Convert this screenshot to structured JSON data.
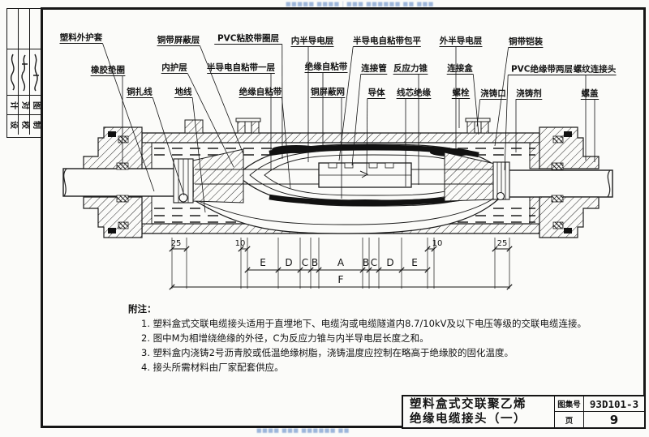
{
  "watermark": {
    "top": "■■■■■ ■■■■ | ■■■ ■■■■■■ ■■ ■■■",
    "bottom": "■■■■ ■■■ ■■■■■■ ■■"
  },
  "sidebar": {
    "row_top": [
      "计",
      "对",
      "图"
    ],
    "row_bottom": [
      "设",
      "校",
      "制"
    ]
  },
  "callouts": [
    "塑料外护套",
    "铜带屏蔽层",
    "PVC粘胶带圈层",
    "内半导电层",
    "半导电自粘带包平",
    "外半导电层",
    "铜带铠装",
    "橡胶垫圈",
    "内护层",
    "半导电自粘带一层",
    "绝缘自粘带",
    "连接管",
    "反应力锥",
    "连接盒",
    "PVC绝缘带两层",
    "螺纹连接头",
    "铜扎线",
    "地线",
    "绝缘自粘带",
    "铜屏蔽网",
    "导体",
    "线芯绝缘",
    "螺栓",
    "浇铸口",
    "浇铸剂",
    "螺盖"
  ],
  "dimensions": {
    "small": [
      "25",
      "10",
      "10",
      "25"
    ],
    "segments": [
      "E",
      "D",
      "C",
      "B",
      "A",
      "B",
      "C",
      "D",
      "E"
    ],
    "overall": "F"
  },
  "notes": {
    "title": "附注：",
    "items": [
      "1. 塑料盒式交联电缆接头适用于直埋地下、电缆沟或电缆隧道内8.7/10kV及以下电压等级的交联电缆连接。",
      "2. 图中M为相增绕绝缘的外径，C为反应力锥与内半导电层长度之和。",
      "3. 塑料盒内浇铸2号沥青胶或低温绝缘树脂，浇铸温度应控制在略高于绝缘胶的固化温度。",
      "4. 接头所需材料由厂家配套供应。"
    ]
  },
  "titleblock": {
    "title_line1": "塑料盒式交联聚乙烯",
    "title_line2": "绝缘电缆接头（一）",
    "atlas_label": "图集号",
    "atlas_no": "93D101-3",
    "page_label": "页",
    "page_no": "9"
  }
}
